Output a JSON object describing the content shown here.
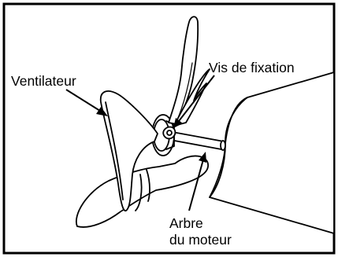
{
  "colors": {
    "ink": "#000000",
    "paper": "#ffffff"
  },
  "labels": {
    "fan": "Ventilateur",
    "screw": "Vis de fixation",
    "shaft_line1": "Arbre",
    "shaft_line2": "du moteur"
  }
}
